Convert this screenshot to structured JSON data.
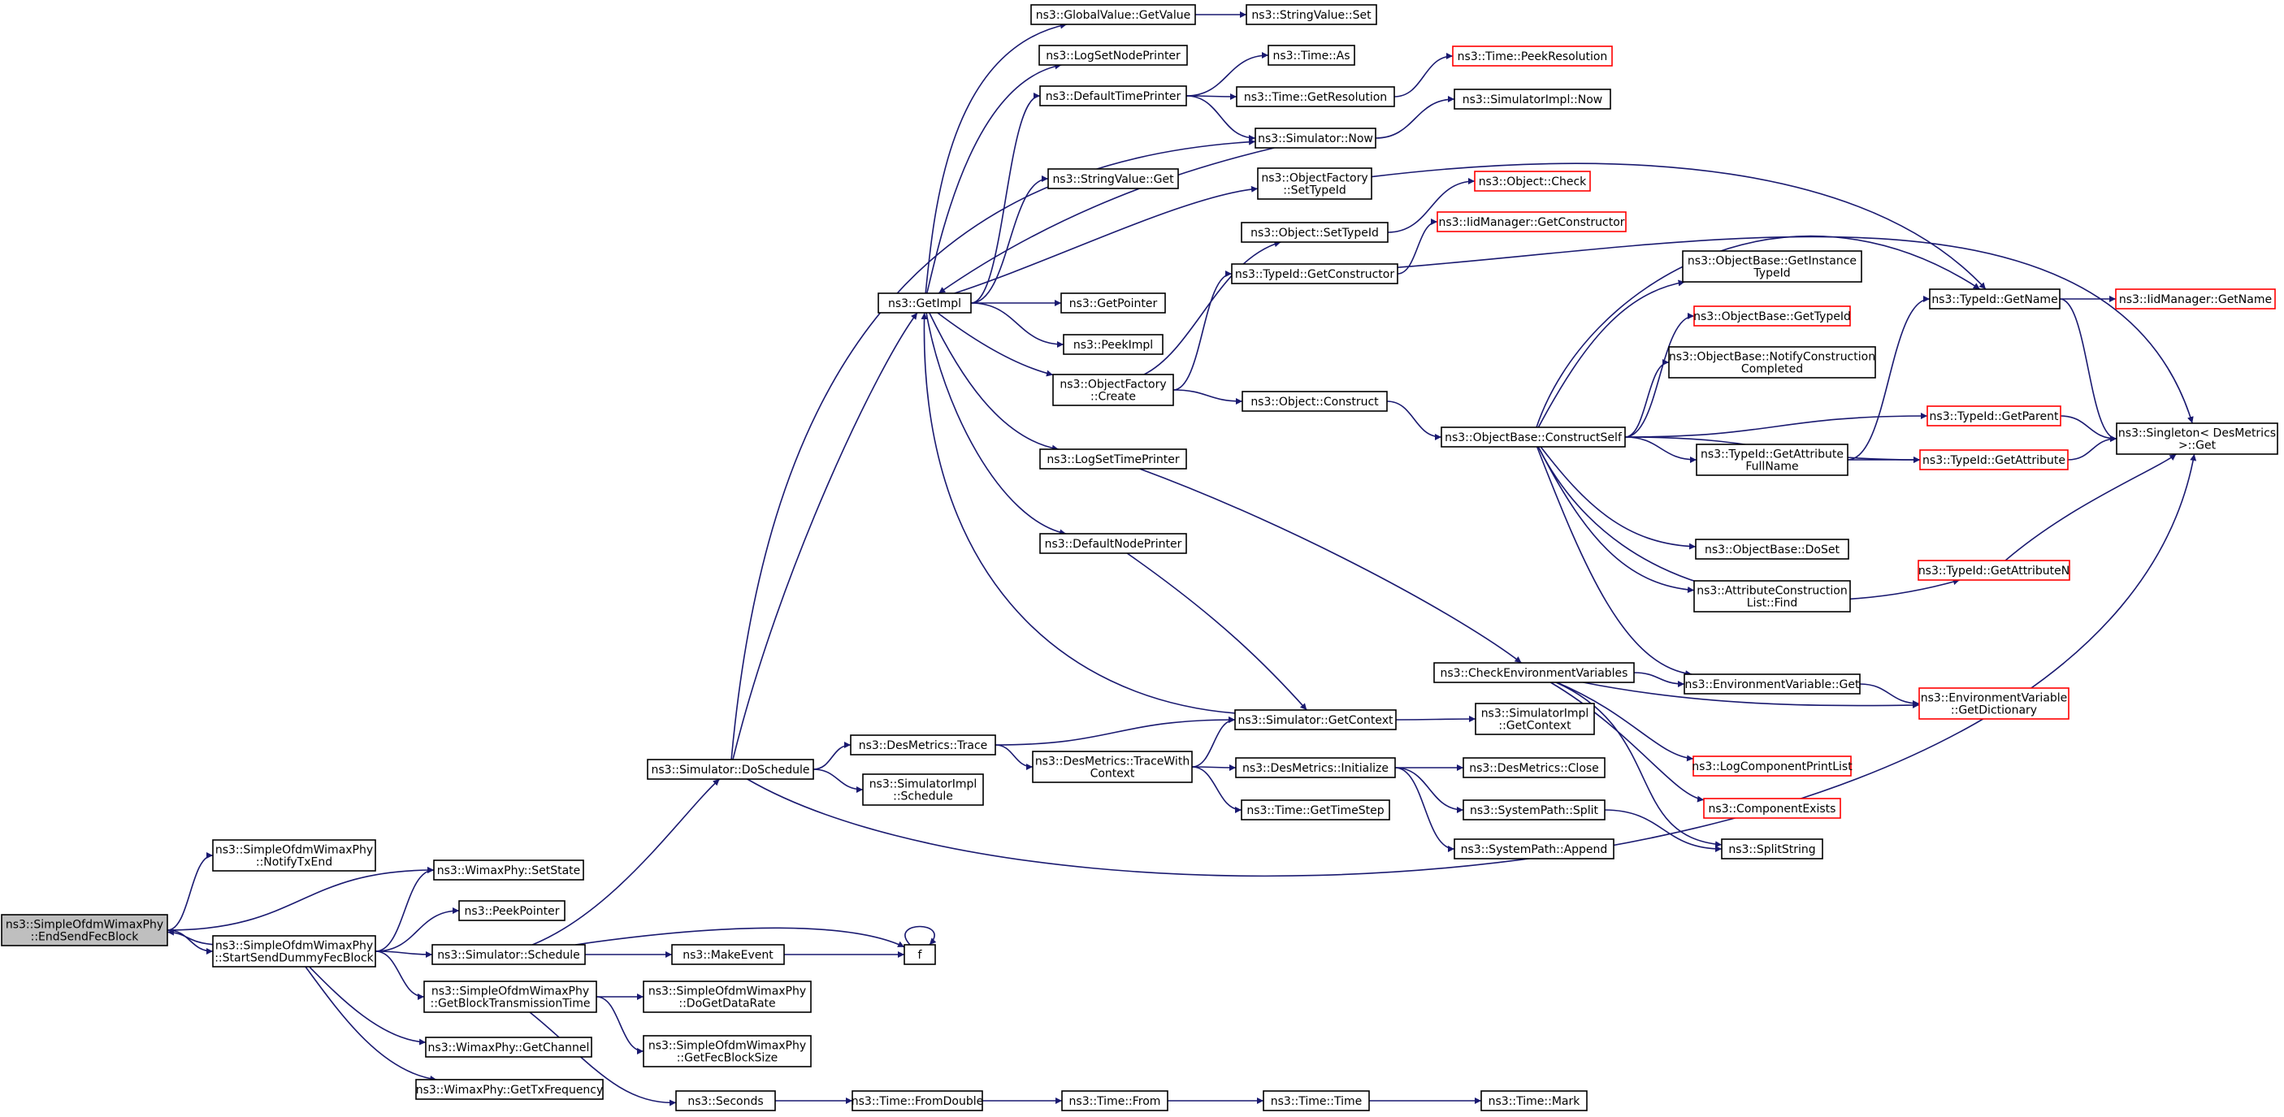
{
  "diagram": {
    "type": "call-graph",
    "edge_color": "#191970",
    "node_border": "#000000",
    "truncated_node_border": "#ff0000",
    "root_fill": "#bfbfbf",
    "nodes": [
      {
        "id": "root",
        "lines": [
          "ns3::SimpleOfdmWimaxPhy",
          "::EndSendFecBlock"
        ],
        "style": "root"
      },
      {
        "id": "notifyTxEnd",
        "lines": [
          "ns3::SimpleOfdmWimaxPhy",
          "::NotifyTxEnd"
        ]
      },
      {
        "id": "setState",
        "lines": [
          "ns3::WimaxPhy::SetState"
        ]
      },
      {
        "id": "peekPointer",
        "lines": [
          "ns3::PeekPointer"
        ]
      },
      {
        "id": "startSend",
        "lines": [
          "ns3::SimpleOfdmWimaxPhy",
          "::StartSendDummyFecBlock"
        ]
      },
      {
        "id": "schedule",
        "lines": [
          "ns3::Simulator::Schedule"
        ]
      },
      {
        "id": "makeEvent",
        "lines": [
          "ns3::MakeEvent"
        ]
      },
      {
        "id": "f",
        "lines": [
          "f"
        ]
      },
      {
        "id": "getBlockTx",
        "lines": [
          "ns3::SimpleOfdmWimaxPhy",
          "::GetBlockTransmissionTime"
        ]
      },
      {
        "id": "doGetDataRate",
        "lines": [
          "ns3::SimpleOfdmWimaxPhy",
          "::DoGetDataRate"
        ]
      },
      {
        "id": "getFecBlockSize",
        "lines": [
          "ns3::SimpleOfdmWimaxPhy",
          "::GetFecBlockSize"
        ]
      },
      {
        "id": "getChannel",
        "lines": [
          "ns3::WimaxPhy::GetChannel"
        ]
      },
      {
        "id": "getTxFreq",
        "lines": [
          "ns3::WimaxPhy::GetTxFrequency"
        ]
      },
      {
        "id": "seconds",
        "lines": [
          "ns3::Seconds"
        ]
      },
      {
        "id": "fromDouble",
        "lines": [
          "ns3::Time::FromDouble"
        ]
      },
      {
        "id": "timeFrom",
        "lines": [
          "ns3::Time::From"
        ]
      },
      {
        "id": "timeTime",
        "lines": [
          "ns3::Time::Time"
        ]
      },
      {
        "id": "timeMark",
        "lines": [
          "ns3::Time::Mark"
        ]
      },
      {
        "id": "doSchedule",
        "lines": [
          "ns3::Simulator::DoSchedule"
        ]
      },
      {
        "id": "desTrace",
        "lines": [
          "ns3::DesMetrics::Trace"
        ]
      },
      {
        "id": "simImplSchedule",
        "lines": [
          "ns3::SimulatorImpl",
          "::Schedule"
        ]
      },
      {
        "id": "traceWithContext",
        "lines": [
          "ns3::DesMetrics::TraceWith",
          "Context"
        ]
      },
      {
        "id": "getContext",
        "lines": [
          "ns3::Simulator::GetContext"
        ]
      },
      {
        "id": "simImplGetContext",
        "lines": [
          "ns3::SimulatorImpl",
          "::GetContext"
        ]
      },
      {
        "id": "desInit",
        "lines": [
          "ns3::DesMetrics::Initialize"
        ]
      },
      {
        "id": "desClose",
        "lines": [
          "ns3::DesMetrics::Close"
        ]
      },
      {
        "id": "getTimeStep",
        "lines": [
          "ns3::Time::GetTimeStep"
        ]
      },
      {
        "id": "sysSplit",
        "lines": [
          "ns3::SystemPath::Split"
        ]
      },
      {
        "id": "sysAppend",
        "lines": [
          "ns3::SystemPath::Append"
        ]
      },
      {
        "id": "splitString",
        "lines": [
          "ns3::SplitString"
        ]
      },
      {
        "id": "getImpl",
        "lines": [
          "ns3::GetImpl"
        ]
      },
      {
        "id": "gvGetValue",
        "lines": [
          "ns3::GlobalValue::GetValue"
        ]
      },
      {
        "id": "svSet",
        "lines": [
          "ns3::StringValue::Set"
        ]
      },
      {
        "id": "logSetNodePrinter",
        "lines": [
          "ns3::LogSetNodePrinter"
        ]
      },
      {
        "id": "defaultTimePrinter",
        "lines": [
          "ns3::DefaultTimePrinter"
        ]
      },
      {
        "id": "timeAs",
        "lines": [
          "ns3::Time::As"
        ]
      },
      {
        "id": "timePeekRes",
        "lines": [
          "ns3::Time::PeekResolution"
        ],
        "style": "red"
      },
      {
        "id": "timeGetRes",
        "lines": [
          "ns3::Time::GetResolution"
        ]
      },
      {
        "id": "simNow",
        "lines": [
          "ns3::Simulator::Now"
        ]
      },
      {
        "id": "simImplNow",
        "lines": [
          "ns3::SimulatorImpl::Now"
        ]
      },
      {
        "id": "svGet",
        "lines": [
          "ns3::StringValue::Get"
        ]
      },
      {
        "id": "ofSetTypeId",
        "lines": [
          "ns3::ObjectFactory",
          "::SetTypeId"
        ]
      },
      {
        "id": "objCheck",
        "lines": [
          "ns3::Object::Check"
        ],
        "style": "red"
      },
      {
        "id": "objSetTypeId",
        "lines": [
          "ns3::Object::SetTypeId"
        ]
      },
      {
        "id": "iidGetConstructor",
        "lines": [
          "ns3::IidManager::GetConstructor"
        ],
        "style": "red"
      },
      {
        "id": "tidGetConstructor",
        "lines": [
          "ns3::TypeId::GetConstructor"
        ]
      },
      {
        "id": "getPointer",
        "lines": [
          "ns3::GetPointer"
        ]
      },
      {
        "id": "peekImpl",
        "lines": [
          "ns3::PeekImpl"
        ]
      },
      {
        "id": "ofCreate",
        "lines": [
          "ns3::ObjectFactory",
          "::Create"
        ]
      },
      {
        "id": "objConstruct",
        "lines": [
          "ns3::Object::Construct"
        ]
      },
      {
        "id": "logSetTimePrinter",
        "lines": [
          "ns3::LogSetTimePrinter"
        ]
      },
      {
        "id": "defaultNodePrinter",
        "lines": [
          "ns3::DefaultNodePrinter"
        ]
      },
      {
        "id": "checkEnv",
        "lines": [
          "ns3::CheckEnvironmentVariables"
        ]
      },
      {
        "id": "constructSelf",
        "lines": [
          "ns3::ObjectBase::ConstructSelf"
        ]
      },
      {
        "id": "getInstanceTypeId",
        "lines": [
          "ns3::ObjectBase::GetInstance",
          "TypeId"
        ]
      },
      {
        "id": "obGetTypeId",
        "lines": [
          "ns3::ObjectBase::GetTypeId"
        ],
        "style": "red"
      },
      {
        "id": "notifyConstruction",
        "lines": [
          "ns3::ObjectBase::NotifyConstruction",
          "Completed"
        ]
      },
      {
        "id": "getAttrFullName",
        "lines": [
          "ns3::TypeId::GetAttribute",
          "FullName"
        ]
      },
      {
        "id": "obDoSet",
        "lines": [
          "ns3::ObjectBase::DoSet"
        ]
      },
      {
        "id": "attrConstrFind",
        "lines": [
          "ns3::AttributeConstruction",
          "List::Find"
        ]
      },
      {
        "id": "envGet",
        "lines": [
          "ns3::EnvironmentVariable::Get"
        ]
      },
      {
        "id": "logCompPrintList",
        "lines": [
          "ns3::LogComponentPrintList"
        ],
        "style": "red"
      },
      {
        "id": "compExists",
        "lines": [
          "ns3::ComponentExists"
        ],
        "style": "red"
      },
      {
        "id": "tidGetName",
        "lines": [
          "ns3::TypeId::GetName"
        ]
      },
      {
        "id": "iidGetName",
        "lines": [
          "ns3::IidManager::GetName"
        ],
        "style": "red"
      },
      {
        "id": "tidGetParent",
        "lines": [
          "ns3::TypeId::GetParent"
        ],
        "style": "red"
      },
      {
        "id": "tidGetAttribute",
        "lines": [
          "ns3::TypeId::GetAttribute"
        ],
        "style": "red"
      },
      {
        "id": "tidGetAttributeN",
        "lines": [
          "ns3::TypeId::GetAttributeN"
        ],
        "style": "red"
      },
      {
        "id": "envGetDict",
        "lines": [
          "ns3::EnvironmentVariable",
          "::GetDictionary"
        ],
        "style": "red"
      },
      {
        "id": "singletonGet",
        "lines": [
          "ns3::Singleton< DesMetrics",
          ">::Get"
        ]
      }
    ],
    "edges": [
      [
        "root",
        "notifyTxEnd"
      ],
      [
        "root",
        "setState"
      ],
      [
        "root",
        "startSend"
      ],
      [
        "startSend",
        "root"
      ],
      [
        "startSend",
        "setState"
      ],
      [
        "startSend",
        "peekPointer"
      ],
      [
        "startSend",
        "schedule"
      ],
      [
        "startSend",
        "getBlockTx"
      ],
      [
        "startSend",
        "getChannel"
      ],
      [
        "startSend",
        "getTxFreq"
      ],
      [
        "schedule",
        "makeEvent"
      ],
      [
        "schedule",
        "f"
      ],
      [
        "schedule",
        "doSchedule"
      ],
      [
        "makeEvent",
        "f"
      ],
      [
        "f",
        "f"
      ],
      [
        "getBlockTx",
        "doGetDataRate"
      ],
      [
        "getBlockTx",
        "getFecBlockSize"
      ],
      [
        "getBlockTx",
        "seconds"
      ],
      [
        "seconds",
        "fromDouble"
      ],
      [
        "fromDouble",
        "timeFrom"
      ],
      [
        "timeFrom",
        "timeTime"
      ],
      [
        "timeTime",
        "timeMark"
      ],
      [
        "doSchedule",
        "getImpl"
      ],
      [
        "doSchedule",
        "simNow"
      ],
      [
        "doSchedule",
        "desTrace"
      ],
      [
        "doSchedule",
        "simImplSchedule"
      ],
      [
        "doSchedule",
        "singletonGet"
      ],
      [
        "desTrace",
        "getContext"
      ],
      [
        "desTrace",
        "traceWithContext"
      ],
      [
        "traceWithContext",
        "getContext"
      ],
      [
        "traceWithContext",
        "desInit"
      ],
      [
        "traceWithContext",
        "getTimeStep"
      ],
      [
        "desInit",
        "desClose"
      ],
      [
        "desInit",
        "sysSplit"
      ],
      [
        "desInit",
        "sysAppend"
      ],
      [
        "sysSplit",
        "splitString"
      ],
      [
        "getContext",
        "simImplGetContext"
      ],
      [
        "getContext",
        "getImpl"
      ],
      [
        "getImpl",
        "gvGetValue"
      ],
      [
        "getImpl",
        "logSetNodePrinter"
      ],
      [
        "getImpl",
        "defaultTimePrinter"
      ],
      [
        "getImpl",
        "svGet"
      ],
      [
        "getImpl",
        "ofSetTypeId"
      ],
      [
        "getImpl",
        "getPointer"
      ],
      [
        "getImpl",
        "peekImpl"
      ],
      [
        "getImpl",
        "ofCreate"
      ],
      [
        "getImpl",
        "logSetTimePrinter"
      ],
      [
        "getImpl",
        "defaultNodePrinter"
      ],
      [
        "simNow",
        "getImpl"
      ],
      [
        "simNow",
        "simImplNow"
      ],
      [
        "gvGetValue",
        "svSet"
      ],
      [
        "defaultTimePrinter",
        "timeAs"
      ],
      [
        "defaultTimePrinter",
        "timeGetRes"
      ],
      [
        "defaultTimePrinter",
        "simNow"
      ],
      [
        "timeGetRes",
        "timePeekRes"
      ],
      [
        "ofSetTypeId",
        "tidGetName"
      ],
      [
        "ofCreate",
        "objSetTypeId"
      ],
      [
        "ofCreate",
        "tidGetConstructor"
      ],
      [
        "ofCreate",
        "objConstruct"
      ],
      [
        "objSetTypeId",
        "objCheck"
      ],
      [
        "tidGetConstructor",
        "iidGetConstructor"
      ],
      [
        "tidGetConstructor",
        "singletonGet"
      ],
      [
        "objConstruct",
        "constructSelf"
      ],
      [
        "logSetTimePrinter",
        "checkEnv"
      ],
      [
        "defaultNodePrinter",
        "getContext"
      ],
      [
        "checkEnv",
        "envGet"
      ],
      [
        "checkEnv",
        "envGetDict"
      ],
      [
        "checkEnv",
        "logCompPrintList"
      ],
      [
        "checkEnv",
        "compExists"
      ],
      [
        "checkEnv",
        "splitString"
      ],
      [
        "envGet",
        "envGetDict"
      ],
      [
        "constructSelf",
        "tidGetName"
      ],
      [
        "constructSelf",
        "getInstanceTypeId"
      ],
      [
        "constructSelf",
        "obGetTypeId"
      ],
      [
        "constructSelf",
        "notifyConstruction"
      ],
      [
        "constructSelf",
        "tidGetParent"
      ],
      [
        "constructSelf",
        "getAttrFullName"
      ],
      [
        "constructSelf",
        "tidGetAttribute"
      ],
      [
        "constructSelf",
        "obDoSet"
      ],
      [
        "constructSelf",
        "attrConstrFind"
      ],
      [
        "constructSelf",
        "tidGetAttributeN"
      ],
      [
        "constructSelf",
        "envGet"
      ],
      [
        "getAttrFullName",
        "tidGetName"
      ],
      [
        "getAttrFullName",
        "tidGetAttribute"
      ],
      [
        "tidGetName",
        "iidGetName"
      ],
      [
        "tidGetName",
        "singletonGet"
      ],
      [
        "tidGetParent",
        "singletonGet"
      ],
      [
        "tidGetAttribute",
        "singletonGet"
      ],
      [
        "tidGetAttributeN",
        "singletonGet"
      ]
    ]
  }
}
